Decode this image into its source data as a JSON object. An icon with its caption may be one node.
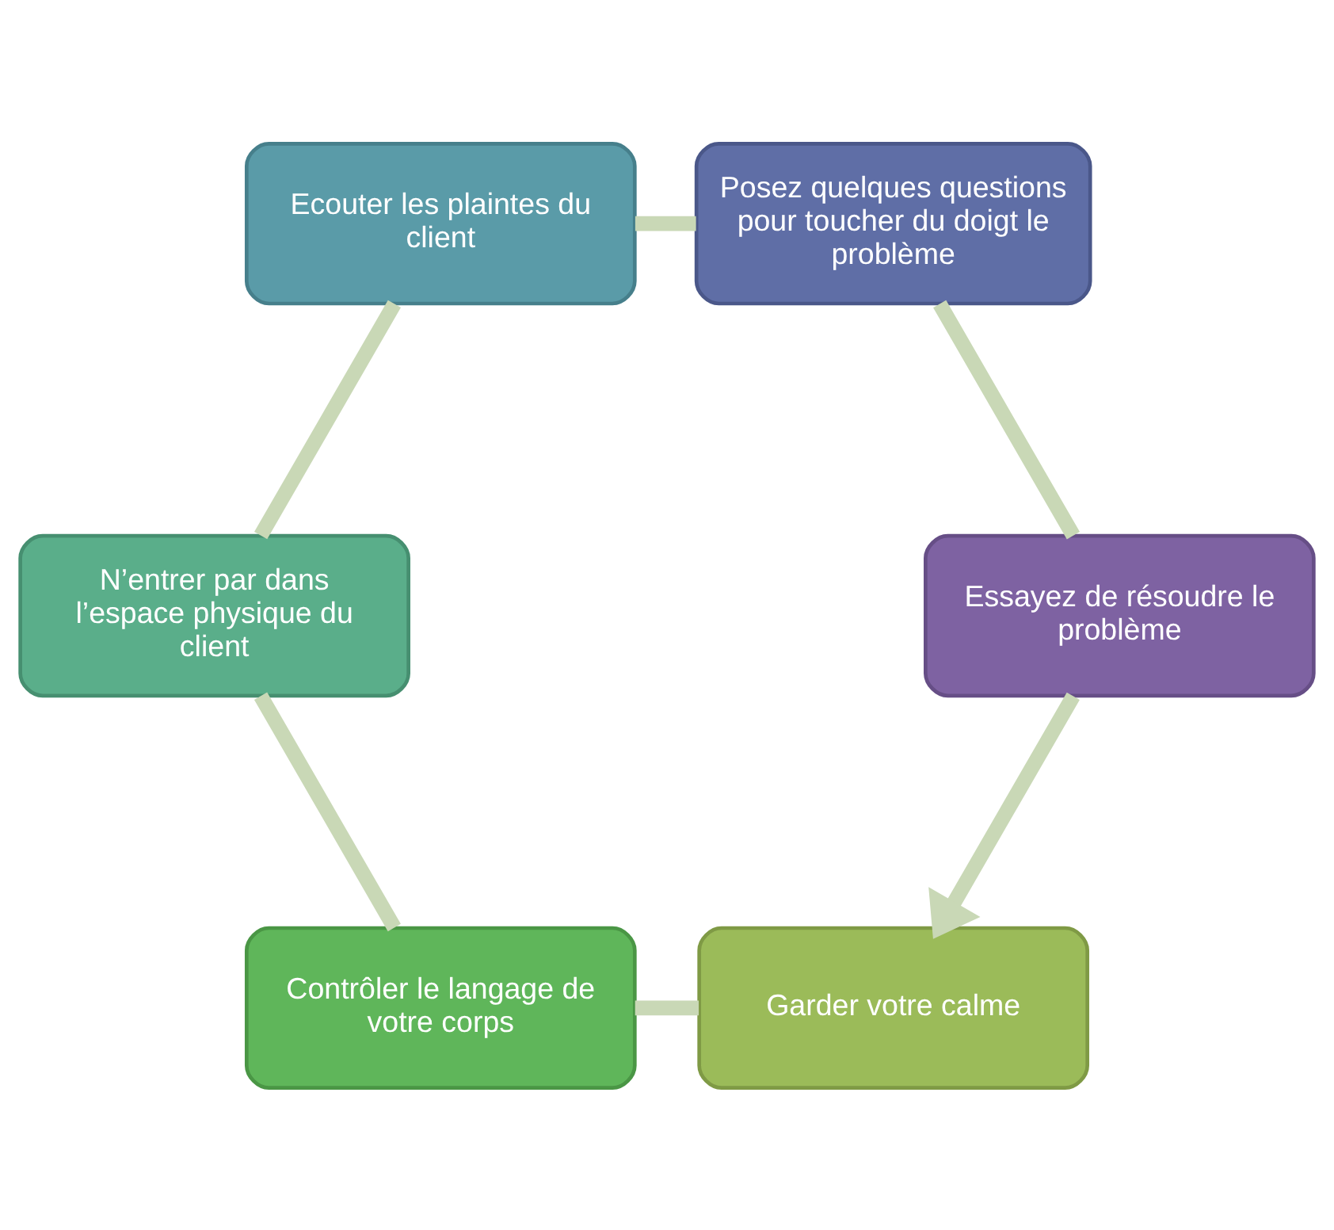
{
  "diagram": {
    "nodes": [
      {
        "text": [
          "Garder votre calme"
        ]
      },
      {
        "text": [
          "Contrôler le langage de votre corps"
        ]
      },
      {
        "text": [
          "N’entrer par dans l’espace physique du client"
        ]
      },
      {
        "text": [
          "Ecouter les plaintes du client"
        ]
      },
      {
        "text": [
          "Posez quelques questions pour toucher du doigt le problème"
        ]
      },
      {
        "text": [
          "Essayez de résoudre le problème"
        ]
      }
    ],
    "edges": [
      {
        "from": 0,
        "to": 1,
        "arrow": "none"
      },
      {
        "from": 1,
        "to": 2,
        "arrow": "none"
      },
      {
        "from": 2,
        "to": 3,
        "arrow": "none"
      },
      {
        "from": 3,
        "to": 4,
        "arrow": "none"
      },
      {
        "from": 4,
        "to": 5,
        "arrow": "none"
      },
      {
        "from": 5,
        "to": 0,
        "arrow": "to"
      }
    ]
  }
}
